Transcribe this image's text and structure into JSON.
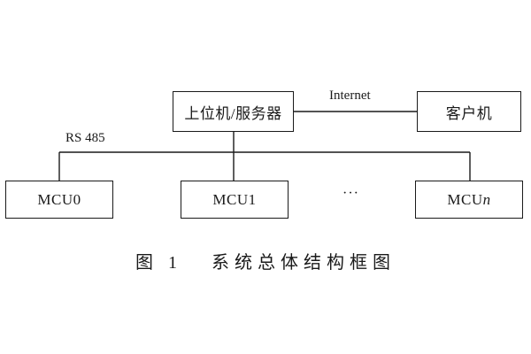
{
  "nodes": {
    "server": "上位机/服务器",
    "client": "客户机",
    "mcu0": "MCU0",
    "mcu1": "MCU1",
    "mcun_prefix": "MCU",
    "mcun_suffix": "n"
  },
  "links": {
    "internet": "Internet",
    "bus": "RS 485",
    "ellipsis": "···"
  },
  "caption": "图 1   系统总体结构框图"
}
